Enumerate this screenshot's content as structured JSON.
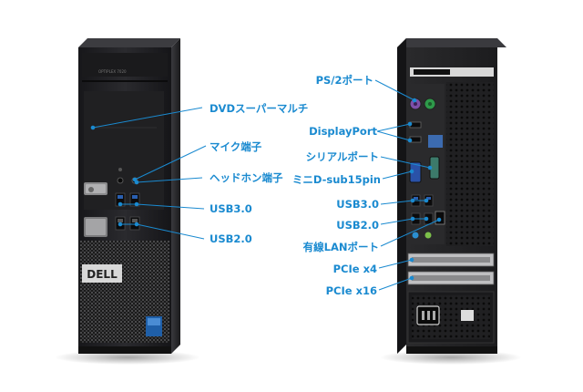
{
  "colors": {
    "accent": "#1a8ad0",
    "case_dark": "#1d1d1f",
    "case_panel": "#2a2a2c",
    "mesh": "#3a3a3c",
    "drive_silver": "#9a9a9a"
  },
  "front": {
    "brand_logo": "DELL",
    "model_text": "OPTIPLEX 7020",
    "labels": {
      "dvd": "DVDスーパーマルチ",
      "mic": "マイク端子",
      "headphone": "ヘッドホン端子",
      "usb30": "USB3.0",
      "usb20": "USB2.0"
    }
  },
  "rear": {
    "labels": {
      "ps2": "PS/2ポート",
      "displayport": "DisplayPort",
      "serial": "シリアルポート",
      "vga": "ミニD-sub15pin",
      "usb30": "USB3.0",
      "usb20": "USB2.0",
      "lan": "有線LANポート",
      "pcie4": "PCIe x4",
      "pcie16": "PCIe x16"
    }
  }
}
